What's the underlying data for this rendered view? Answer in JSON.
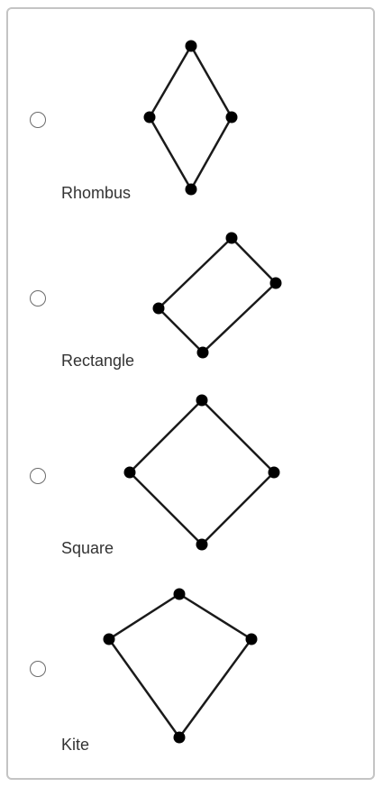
{
  "question": {
    "options": [
      {
        "label": "Rhombus",
        "selected": false,
        "icon": "rhombus-figure-icon"
      },
      {
        "label": "Rectangle",
        "selected": false,
        "icon": "rectangle-figure-icon"
      },
      {
        "label": "Square",
        "selected": false,
        "icon": "square-figure-icon"
      },
      {
        "label": "Kite",
        "selected": false,
        "icon": "kite-figure-icon"
      }
    ]
  }
}
